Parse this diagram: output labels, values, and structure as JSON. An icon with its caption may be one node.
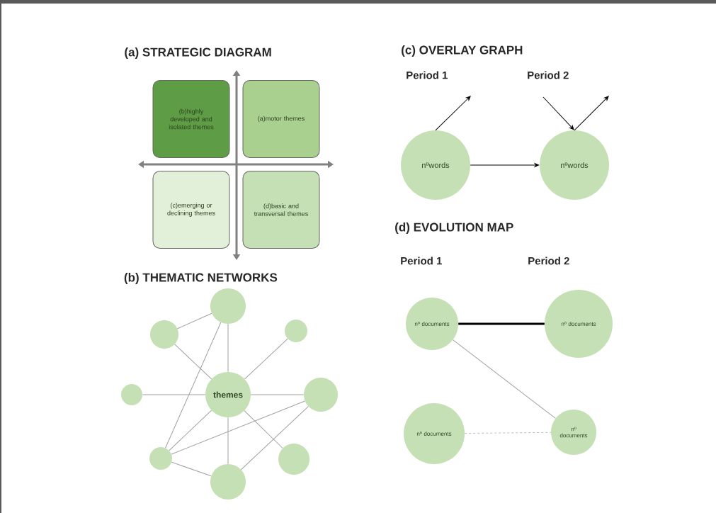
{
  "diagram": {
    "nodes": [
      {
        "text": [
          "(b)highly developed and isolated themes"
        ]
      },
      {
        "text": [
          "(a)motor themes"
        ]
      },
      {
        "text": [
          "(c)emerging or declining themes"
        ]
      },
      {
        "text": [
          "(d)basic and transversal themes"
        ]
      },
      {
        "text": [],
        "shape": "circle"
      },
      {
        "text": [],
        "shape": "circle"
      },
      {
        "text": [],
        "shape": "circle"
      },
      {
        "text": [],
        "shape": "circle"
      },
      {
        "text": [
          "themes"
        ]
      },
      {
        "text": [],
        "shape": "circle"
      },
      {
        "text": [],
        "shape": "circle"
      },
      {
        "text": [],
        "shape": "circle"
      },
      {
        "text": [],
        "shape": "circle"
      },
      {
        "text": [
          "nºwords"
        ]
      },
      {
        "text": [
          "nºwords"
        ]
      },
      {
        "text": [
          "nº documents"
        ]
      },
      {
        "text": [
          "nº documents"
        ]
      },
      {
        "text": [
          "nº documents"
        ]
      },
      {
        "text": [
          "nº documents"
        ]
      }
    ],
    "edges": [
      {
        "from": 5,
        "to": 4,
        "arrow": "none"
      },
      {
        "from": 5,
        "to": 8,
        "arrow": "none"
      },
      {
        "from": 4,
        "to": 8,
        "arrow": "none"
      },
      {
        "from": 4,
        "to": 10,
        "arrow": "none"
      },
      {
        "from": 6,
        "to": 8,
        "arrow": "none"
      },
      {
        "from": 7,
        "to": 8,
        "arrow": "none"
      },
      {
        "from": 8,
        "to": 9,
        "arrow": "none"
      },
      {
        "from": 8,
        "to": 10,
        "arrow": "none"
      },
      {
        "from": 8,
        "to": 12,
        "arrow": "none"
      },
      {
        "from": 8,
        "to": 11,
        "arrow": "none"
      },
      {
        "from": 10,
        "to": 9,
        "arrow": "none"
      },
      {
        "from": 10,
        "to": 12,
        "arrow": "none"
      },
      {
        "from": 12,
        "to": 9,
        "arrow": "none"
      },
      {
        "from": 13,
        "to": 14,
        "arrow": "to",
        "color": "#000000"
      },
      {
        "from": 13,
        "to": null,
        "arrow": "to",
        "color": "#000000"
      },
      {
        "from": null,
        "to": 14,
        "arrow": "to",
        "color": "#000000"
      },
      {
        "from": 14,
        "to": null,
        "arrow": "to",
        "color": "#000000"
      },
      {
        "from": 15,
        "to": 16,
        "arrow": "none",
        "style": "thick",
        "color": "#000000"
      },
      {
        "from": 15,
        "to": 18,
        "arrow": "none"
      },
      {
        "from": 17,
        "to": 18,
        "arrow": "none",
        "style": "dashed"
      }
    ],
    "labels": [
      "(a) STRATEGIC DIAGRAM",
      "(c) OVERLAY GRAPH",
      "Period 1",
      "Period 2",
      "(b) THEMATIC NETWORKS",
      "(d) EVOLUTION MAP",
      "Period 1",
      "Period 2"
    ]
  }
}
